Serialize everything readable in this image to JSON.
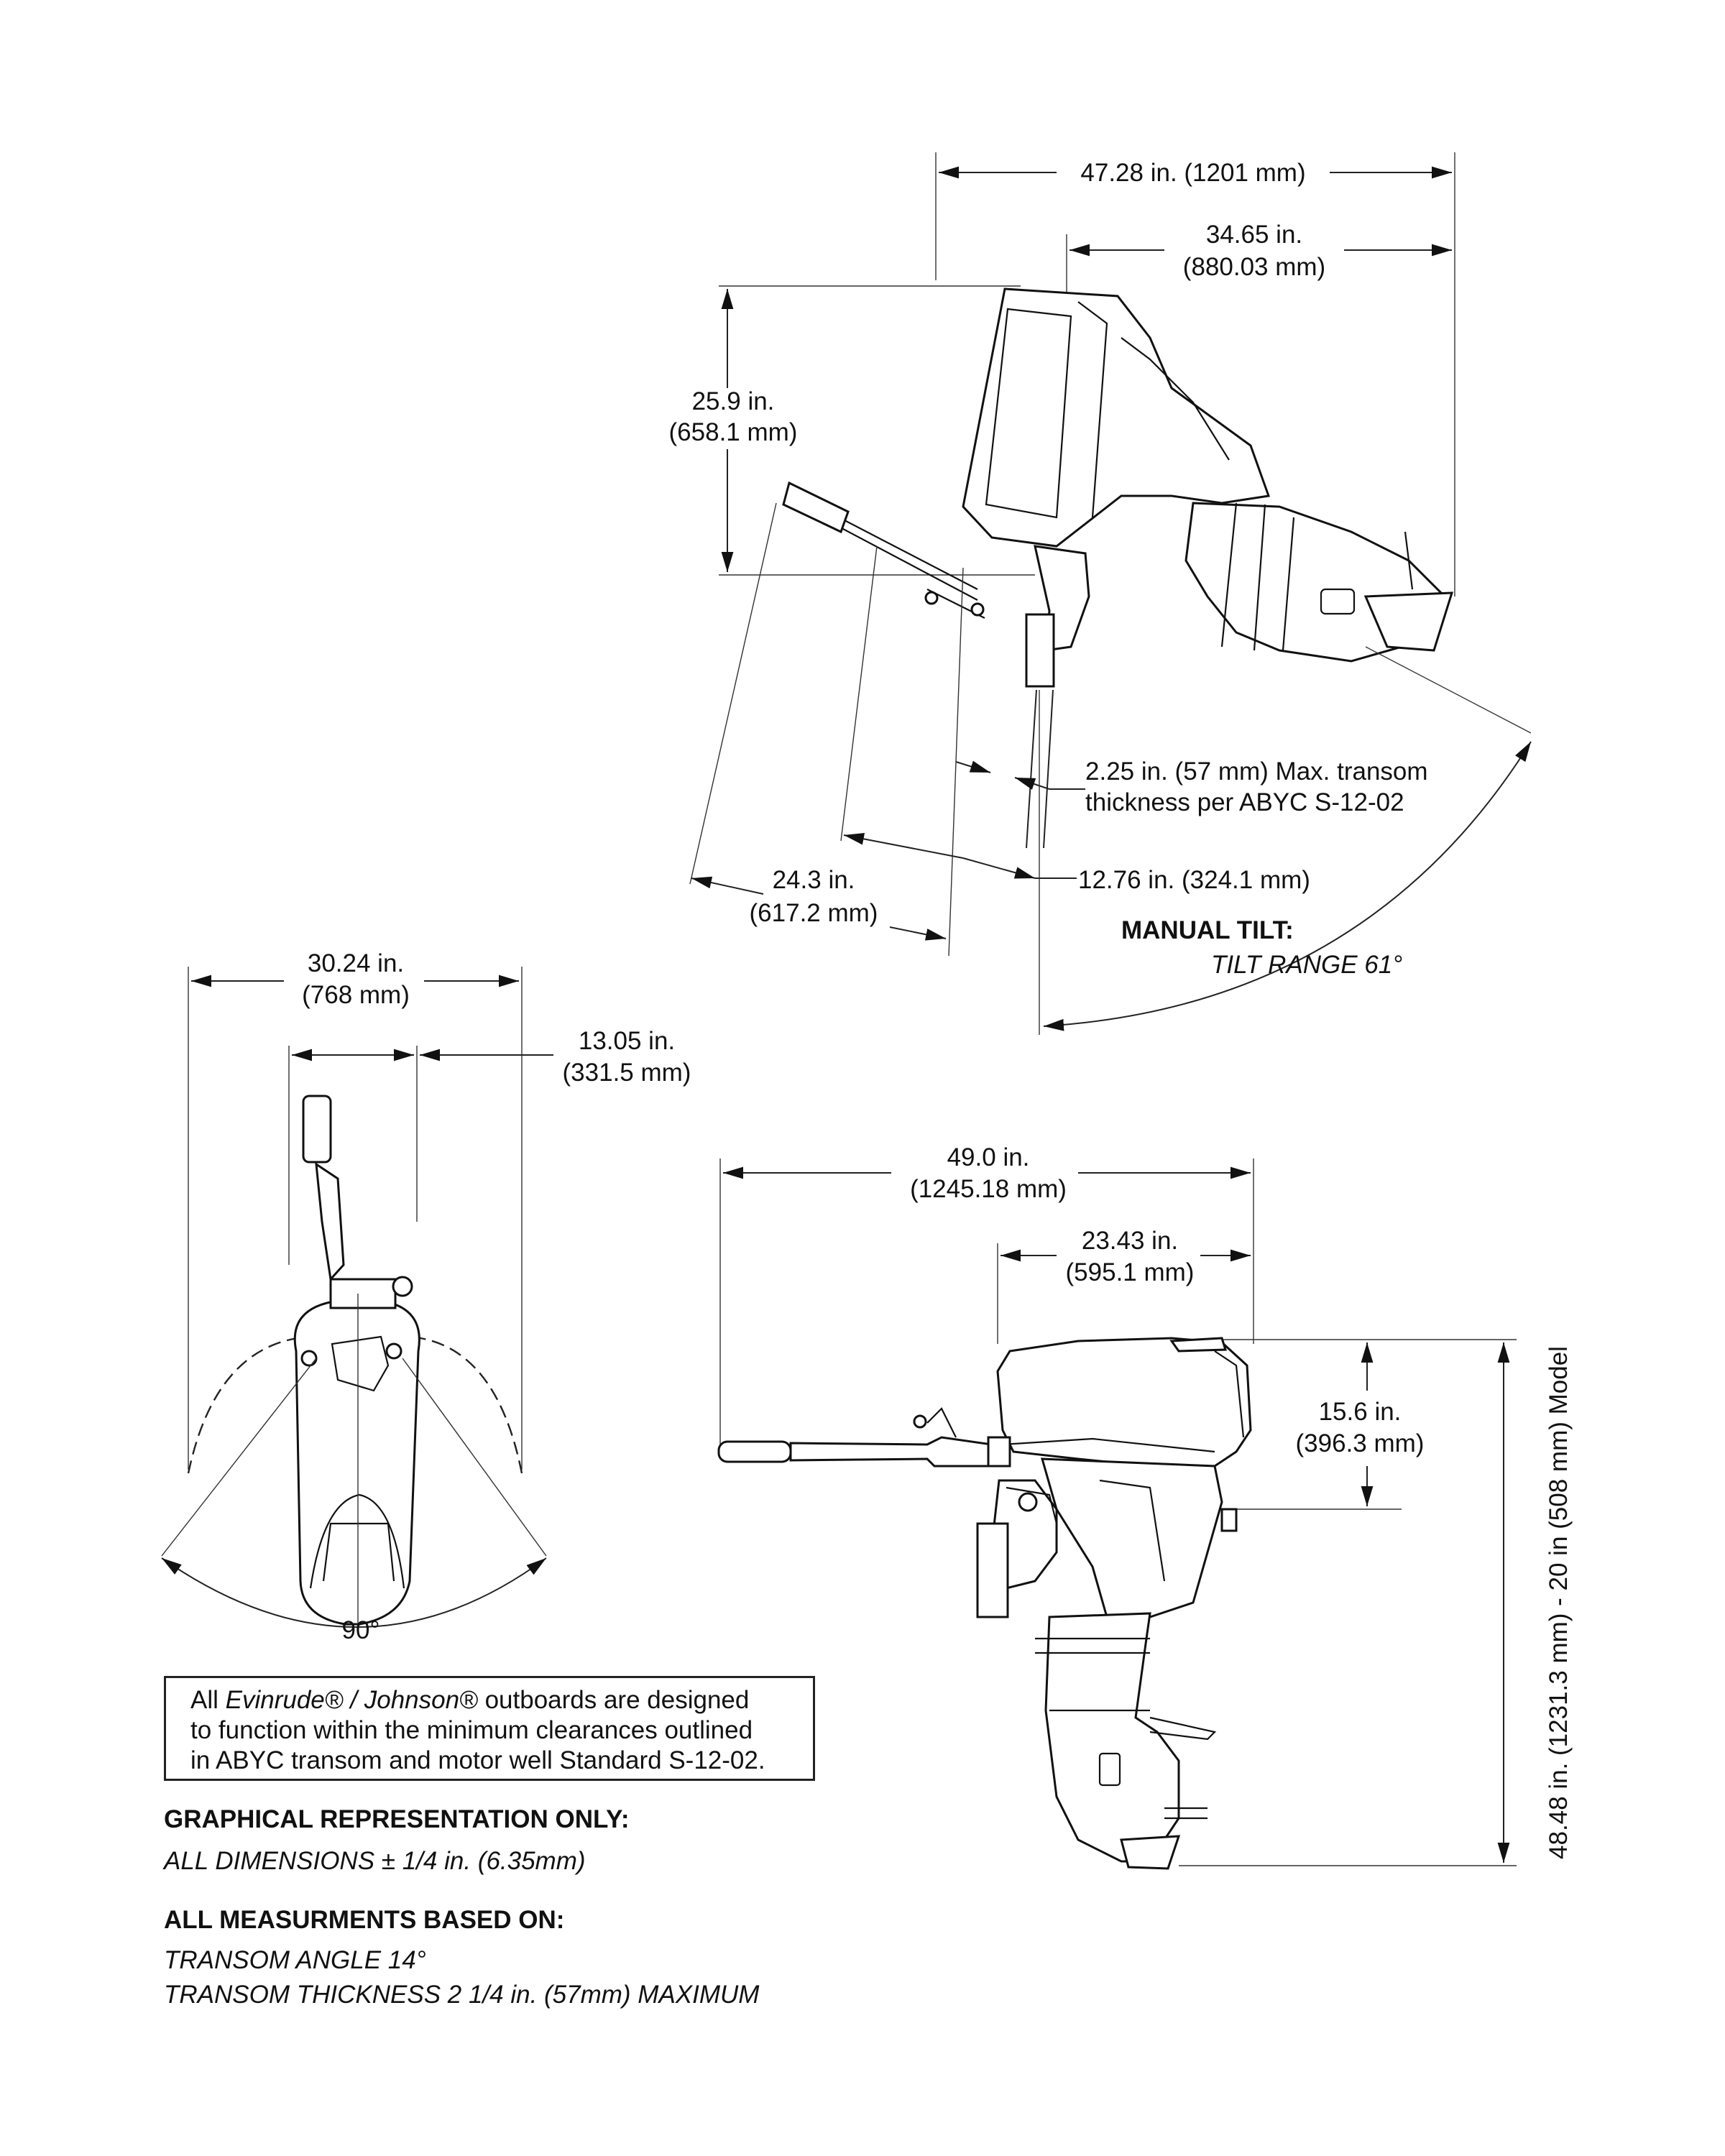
{
  "top_view": {
    "overall_length": "47.28 in. (1201 mm)",
    "cowl_length_in": "34.65 in.",
    "cowl_length_mm": "(880.03 mm)",
    "height_in": "25.9 in.",
    "height_mm": "(658.1 mm)",
    "transom_note_line1": "2.25 in. (57 mm) Max. transom",
    "transom_note_line2": "thickness per ABYC S-12-02",
    "tiller_reach_in": "24.3 in.",
    "tiller_reach_mm": "(617.2 mm)",
    "tilt_clearance": "12.76 in. (324.1 mm)",
    "manual_tilt_label": "MANUAL TILT:",
    "tilt_range_label": "TILT RANGE 61°"
  },
  "front_view": {
    "swing_width_in": "30.24 in.",
    "swing_width_mm": "(768 mm)",
    "half_width_in": "13.05 in.",
    "half_width_mm": "(331.5 mm)",
    "steering_angle": "90°"
  },
  "side_view": {
    "overall_length_in": "49.0 in.",
    "overall_length_mm": "(1245.18 mm)",
    "rear_length_in": "23.43 in.",
    "rear_length_mm": "(595.1 mm)",
    "cowl_height_in": "15.6 in.",
    "cowl_height_mm": "(396.3 mm)",
    "overall_height": "48.48 in. (1231.3 mm) - 20 in (508 mm) Model"
  },
  "notice": {
    "text_a": "All ",
    "brand": "Evinrude® / Johnson®",
    "text_b": " outboards are designed",
    "line2": "to function within the minimum clearances outlined",
    "line3": "in ABYC transom and motor well Standard S-12-02."
  },
  "notes": {
    "graphical_title": "GRAPHICAL REPRESENTATION ONLY:",
    "tolerance": "ALL DIMENSIONS ± 1/4 in. (6.35mm)",
    "based_on_title": "ALL MEASURMENTS BASED ON:",
    "transom_angle": "TRANSOM ANGLE 14°",
    "transom_thickness": "TRANSOM THICKNESS 2 1/4 in. (57mm) MAXIMUM"
  }
}
